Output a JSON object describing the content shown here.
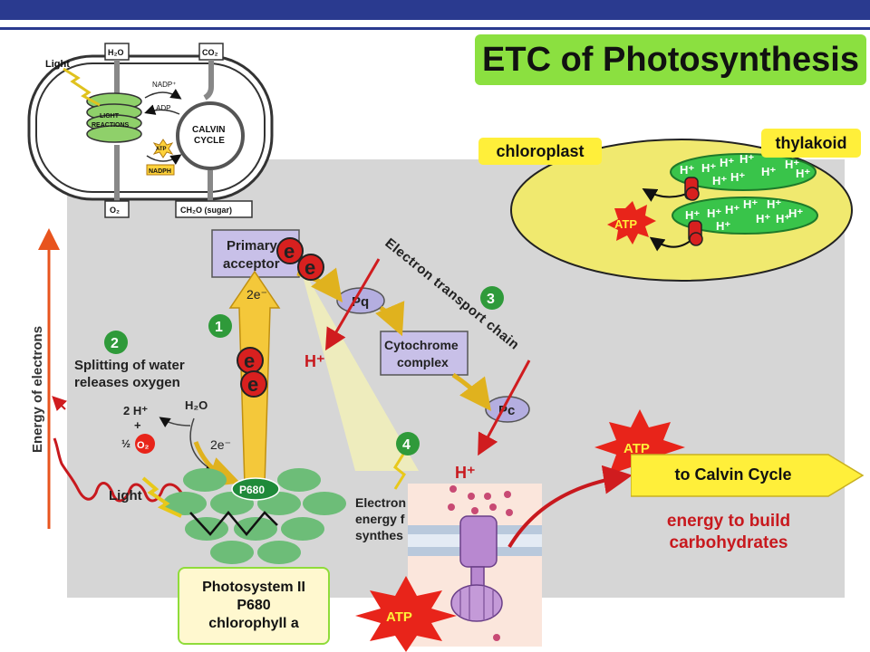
{
  "title": "ETC of Photosynthesis",
  "labels": {
    "chloroplast": "chloroplast",
    "thylakoid": "thylakoid",
    "to_calvin": "to Calvin Cycle",
    "energy_line1": "energy to build",
    "energy_line2": "carbohydrates",
    "ps_line1": "Photosystem II",
    "ps_line2": "P680",
    "ps_line3": "chlorophyll a",
    "atp": "ATP",
    "h_plus": "H⁺",
    "electron": "e"
  },
  "numbers": [
    "1",
    "2",
    "3",
    "4"
  ],
  "overview": {
    "light": "Light",
    "h2o": "H₂O",
    "co2": "CO₂",
    "nadp": "NADP⁺",
    "adp": "ADP",
    "light_reactions_1": "LIGHT",
    "light_reactions_2": "REACTIONS",
    "calvin_1": "CALVIN",
    "calvin_2": "CYCLE",
    "atp": "ATP",
    "nadph": "NADPH",
    "o2": "O₂",
    "sugar": "CH₂O (sugar)"
  },
  "textbook": {
    "energy_axis": "Energy of electrons",
    "primary_1": "Primary",
    "primary_2": "acceptor",
    "etc_label": "Electron transport chain",
    "pq": "Pq",
    "cyt_1": "Cytochrome",
    "cyt_2": "complex",
    "pc": "Pc",
    "split_1": "Splitting of water",
    "split_2": "releases oxygen",
    "two_h": "2 H⁺",
    "plus": "+",
    "half": "½",
    "o2": "O₂",
    "h2o": "H₂O",
    "two_e_top": "2e⁻",
    "two_e_bottom": "2e⁻",
    "light": "Light",
    "p680": "P680",
    "energy_1": "Electron",
    "energy_2": "energy f",
    "energy_3": "synthes"
  },
  "colors": {
    "title_green": "#8be040",
    "label_yellow": "#ffef3a",
    "number_green": "#2f9a3a",
    "electron_red": "#c8191e",
    "atp_red": "#e8241a",
    "panel_gray": "#d6d6d6",
    "thylakoid_green": "#39c44a",
    "chloroplast_yellow": "#f0e96f"
  }
}
